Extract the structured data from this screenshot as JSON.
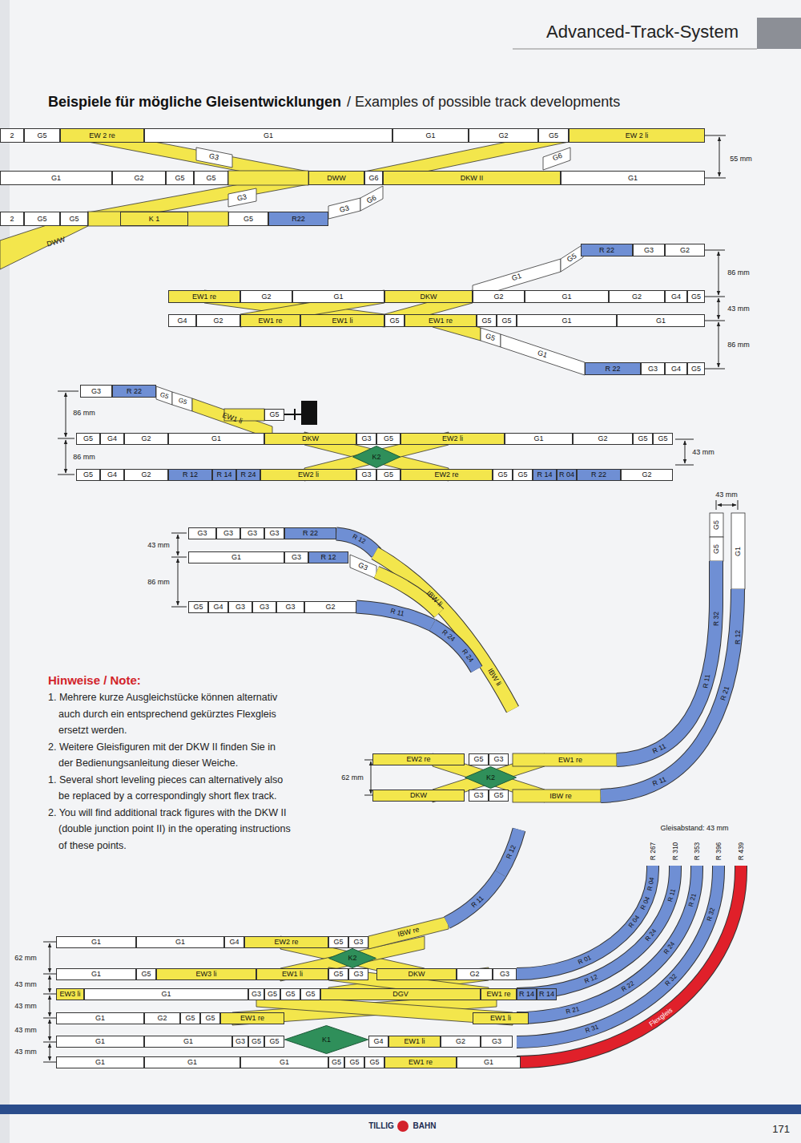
{
  "diagram": {
    "title": "Beispiele für mögliche Gleisentwicklungen",
    "nodes": [
      {
        "text": [
          "2"
        ]
      },
      {
        "text": [
          "G5"
        ]
      },
      {
        "text": [
          "EW 2 re"
        ]
      },
      {
        "text": [
          "G1"
        ]
      },
      {
        "text": [
          "G1"
        ]
      },
      {
        "text": [
          "G2"
        ]
      },
      {
        "text": [
          "G5"
        ]
      },
      {
        "text": [
          "EW 2 li"
        ]
      },
      {
        "text": [
          "G1"
        ]
      },
      {
        "text": [
          "G2"
        ]
      },
      {
        "text": [
          "G5"
        ]
      },
      {
        "text": [
          "G5"
        ]
      },
      {
        "text": [
          "DWW"
        ]
      },
      {
        "text": [
          "G6"
        ]
      },
      {
        "text": [
          "DKW II"
        ]
      },
      {
        "text": [
          "G1"
        ]
      },
      {
        "text": [
          "2"
        ]
      },
      {
        "text": [
          "G5"
        ]
      },
      {
        "text": [
          "G5"
        ]
      },
      {
        "text": [
          "K 1"
        ]
      },
      {
        "text": [
          "G5"
        ]
      },
      {
        "text": [
          "R22"
        ]
      },
      {
        "text": [
          "R 22"
        ]
      },
      {
        "text": [
          "G3"
        ]
      },
      {
        "text": [
          "G2"
        ]
      },
      {
        "text": [
          "EW1 re"
        ]
      },
      {
        "text": [
          "G2"
        ]
      },
      {
        "text": [
          "G1"
        ]
      },
      {
        "text": [
          "DKW"
        ]
      },
      {
        "text": [
          "G2"
        ]
      },
      {
        "text": [
          "G1"
        ]
      },
      {
        "text": [
          "G2"
        ]
      },
      {
        "text": [
          "G4"
        ]
      },
      {
        "text": [
          "G5"
        ]
      },
      {
        "text": [
          "G4"
        ]
      },
      {
        "text": [
          "G2"
        ]
      },
      {
        "text": [
          "EW1 re"
        ]
      },
      {
        "text": [
          "EW1 li"
        ]
      },
      {
        "text": [
          "G5"
        ]
      },
      {
        "text": [
          "EW1 re"
        ]
      },
      {
        "text": [
          "G5"
        ]
      },
      {
        "text": [
          "G5"
        ]
      },
      {
        "text": [
          "G1"
        ]
      },
      {
        "text": [
          "G1"
        ]
      },
      {
        "text": [
          "R 22"
        ]
      },
      {
        "text": [
          "G3"
        ]
      },
      {
        "text": [
          "G4"
        ]
      },
      {
        "text": [
          "G5"
        ]
      },
      {
        "text": [
          "G3"
        ]
      },
      {
        "text": [
          "R 22"
        ]
      },
      {
        "text": [
          "G5"
        ]
      },
      {
        "text": [
          "G5"
        ]
      },
      {
        "text": [
          "G4"
        ]
      },
      {
        "text": [
          "G2"
        ]
      },
      {
        "text": [
          "G1"
        ]
      },
      {
        "text": [
          "DKW"
        ]
      },
      {
        "text": [
          "G3"
        ]
      },
      {
        "text": [
          "G5"
        ]
      },
      {
        "text": [
          "EW2 li"
        ]
      },
      {
        "text": [
          "G1"
        ]
      },
      {
        "text": [
          "G2"
        ]
      },
      {
        "text": [
          "G5"
        ]
      },
      {
        "text": [
          "G5"
        ]
      },
      {
        "text": [
          "K2"
        ]
      },
      {
        "text": [
          "G5"
        ]
      },
      {
        "text": [
          "G4"
        ]
      },
      {
        "text": [
          "G2"
        ]
      },
      {
        "text": [
          "R 12"
        ]
      },
      {
        "text": [
          "R 14"
        ]
      },
      {
        "text": [
          "R 24"
        ]
      },
      {
        "text": [
          "EW2 li"
        ]
      },
      {
        "text": [
          "G3"
        ]
      },
      {
        "text": [
          "G5"
        ]
      },
      {
        "text": [
          "EW2 re"
        ]
      },
      {
        "text": [
          "G5"
        ]
      },
      {
        "text": [
          "G5"
        ]
      },
      {
        "text": [
          "R 14"
        ]
      },
      {
        "text": [
          "R 04"
        ]
      },
      {
        "text": [
          "R 22"
        ]
      },
      {
        "text": [
          "G2"
        ]
      },
      {
        "text": [
          "G3"
        ]
      },
      {
        "text": [
          "G3"
        ]
      },
      {
        "text": [
          "G3"
        ]
      },
      {
        "text": [
          "G3"
        ]
      },
      {
        "text": [
          "R 22"
        ]
      },
      {
        "text": [
          "G1"
        ]
      },
      {
        "text": [
          "G3"
        ]
      },
      {
        "text": [
          "R 12"
        ]
      },
      {
        "text": [
          "G5"
        ]
      },
      {
        "text": [
          "G4"
        ]
      },
      {
        "text": [
          "G3"
        ]
      },
      {
        "text": [
          "G3"
        ]
      },
      {
        "text": [
          "G3"
        ]
      },
      {
        "text": [
          "G2"
        ]
      },
      {
        "text": [
          "EW2 re"
        ]
      },
      {
        "text": [
          "G5"
        ]
      },
      {
        "text": [
          "G3"
        ]
      },
      {
        "text": [
          "K2"
        ]
      },
      {
        "text": [
          "DKW"
        ]
      },
      {
        "text": [
          "G3"
        ]
      },
      {
        "text": [
          "G5"
        ]
      },
      {
        "text": [
          "G1"
        ]
      },
      {
        "text": [
          "G1"
        ]
      },
      {
        "text": [
          "G4"
        ]
      },
      {
        "text": [
          "EW2 re"
        ]
      },
      {
        "text": [
          "G5"
        ]
      },
      {
        "text": [
          "G3"
        ]
      },
      {
        "text": [
          "K2"
        ]
      },
      {
        "text": [
          "G1"
        ]
      },
      {
        "text": [
          "G5"
        ]
      },
      {
        "text": [
          "EW3 li"
        ]
      },
      {
        "text": [
          "EW1 li"
        ]
      },
      {
        "text": [
          "G5"
        ]
      },
      {
        "text": [
          "G3"
        ]
      },
      {
        "text": [
          "DKW"
        ]
      },
      {
        "text": [
          "G2"
        ]
      },
      {
        "text": [
          "G3"
        ]
      },
      {
        "text": [
          "EW3 li"
        ]
      },
      {
        "text": [
          "G1"
        ]
      },
      {
        "text": [
          "G3"
        ]
      },
      {
        "text": [
          "G5"
        ]
      },
      {
        "text": [
          "G5"
        ]
      },
      {
        "text": [
          "G5"
        ]
      },
      {
        "text": [
          "DGV"
        ]
      },
      {
        "text": [
          "EW1 re"
        ]
      },
      {
        "text": [
          "R 14"
        ]
      },
      {
        "text": [
          "R 14"
        ]
      },
      {
        "text": [
          "G1"
        ]
      },
      {
        "text": [
          "G2"
        ]
      },
      {
        "text": [
          "G5"
        ]
      },
      {
        "text": [
          "G5"
        ]
      },
      {
        "text": [
          "EW1 re"
        ]
      },
      {
        "text": [
          "EW1 li"
        ]
      },
      {
        "text": [
          "K1"
        ]
      },
      {
        "text": [
          "G1"
        ]
      },
      {
        "text": [
          "G1"
        ]
      },
      {
        "text": [
          "G3"
        ]
      },
      {
        "text": [
          "G5"
        ]
      },
      {
        "text": [
          "G5"
        ]
      },
      {
        "text": [
          "G4"
        ]
      },
      {
        "text": [
          "EW1 li"
        ]
      },
      {
        "text": [
          "G2"
        ]
      },
      {
        "text": [
          "G3"
        ]
      },
      {
        "text": [
          "G1"
        ]
      },
      {
        "text": [
          "G1"
        ]
      },
      {
        "text": [
          "G1"
        ]
      },
      {
        "text": [
          "G5"
        ]
      },
      {
        "text": [
          "G5"
        ]
      },
      {
        "text": [
          "G5"
        ]
      },
      {
        "text": [
          "EW1 re"
        ]
      },
      {
        "text": [
          "G1"
        ]
      }
    ],
    "labels": [
      "Advanced-Track-System",
      "/ Examples of possible track developments",
      "G3",
      "G6",
      "G3",
      "G3",
      "G6",
      "DWW",
      "55 mm",
      "G5",
      "G1",
      "86 mm",
      "43 mm",
      "G5",
      "G1",
      "86 mm",
      "G5",
      "G5",
      "EW1 li",
      "86 mm",
      "86 mm",
      "43 mm",
      "43 mm",
      "86 mm",
      "R 12",
      "G3",
      "IBW li",
      "R 11",
      "R 24",
      "R 24",
      "IBW li",
      "43 mm",
      "G5",
      "G5",
      "G1",
      "R 32",
      "R 12",
      "R 11",
      "R 21",
      "R 11",
      "R 11",
      "EW1 re",
      "IBW re",
      "62 mm",
      "R 12",
      "R 11",
      "IBW re",
      "62 mm",
      "43 mm",
      "43 mm",
      "43 mm",
      "43 mm",
      "Gleisabstand: 43 mm",
      "R 267",
      "R 310",
      "R 353",
      "R 396",
      "R 439",
      "R 04",
      "R 04",
      "R 04",
      "R 01",
      "R 11",
      "R 24",
      "R 12",
      "R 21",
      "R 24",
      "R 22",
      "R 21",
      "R 32",
      "R 32",
      "R 31",
      "Flexgleis",
      "Hinweise / Note:",
      "1. Mehrere kurze Ausgleichstücke können alternativ auch durch ein entsprechend gekürztes Flexgleis ersetzt werden.",
      "2. Weitere Gleisfiguren mit der DKW II finden Sie in der Bedienungsanleitung dieser Weiche.",
      "1. Several short leveling pieces can alternatively also be replaced by a correspondingly short flex track.",
      "2. You will find additional track figures with the DKW II (double junction point II) in the operating instructions of these points.",
      "TILLIG",
      "BAHN",
      "171"
    ]
  }
}
